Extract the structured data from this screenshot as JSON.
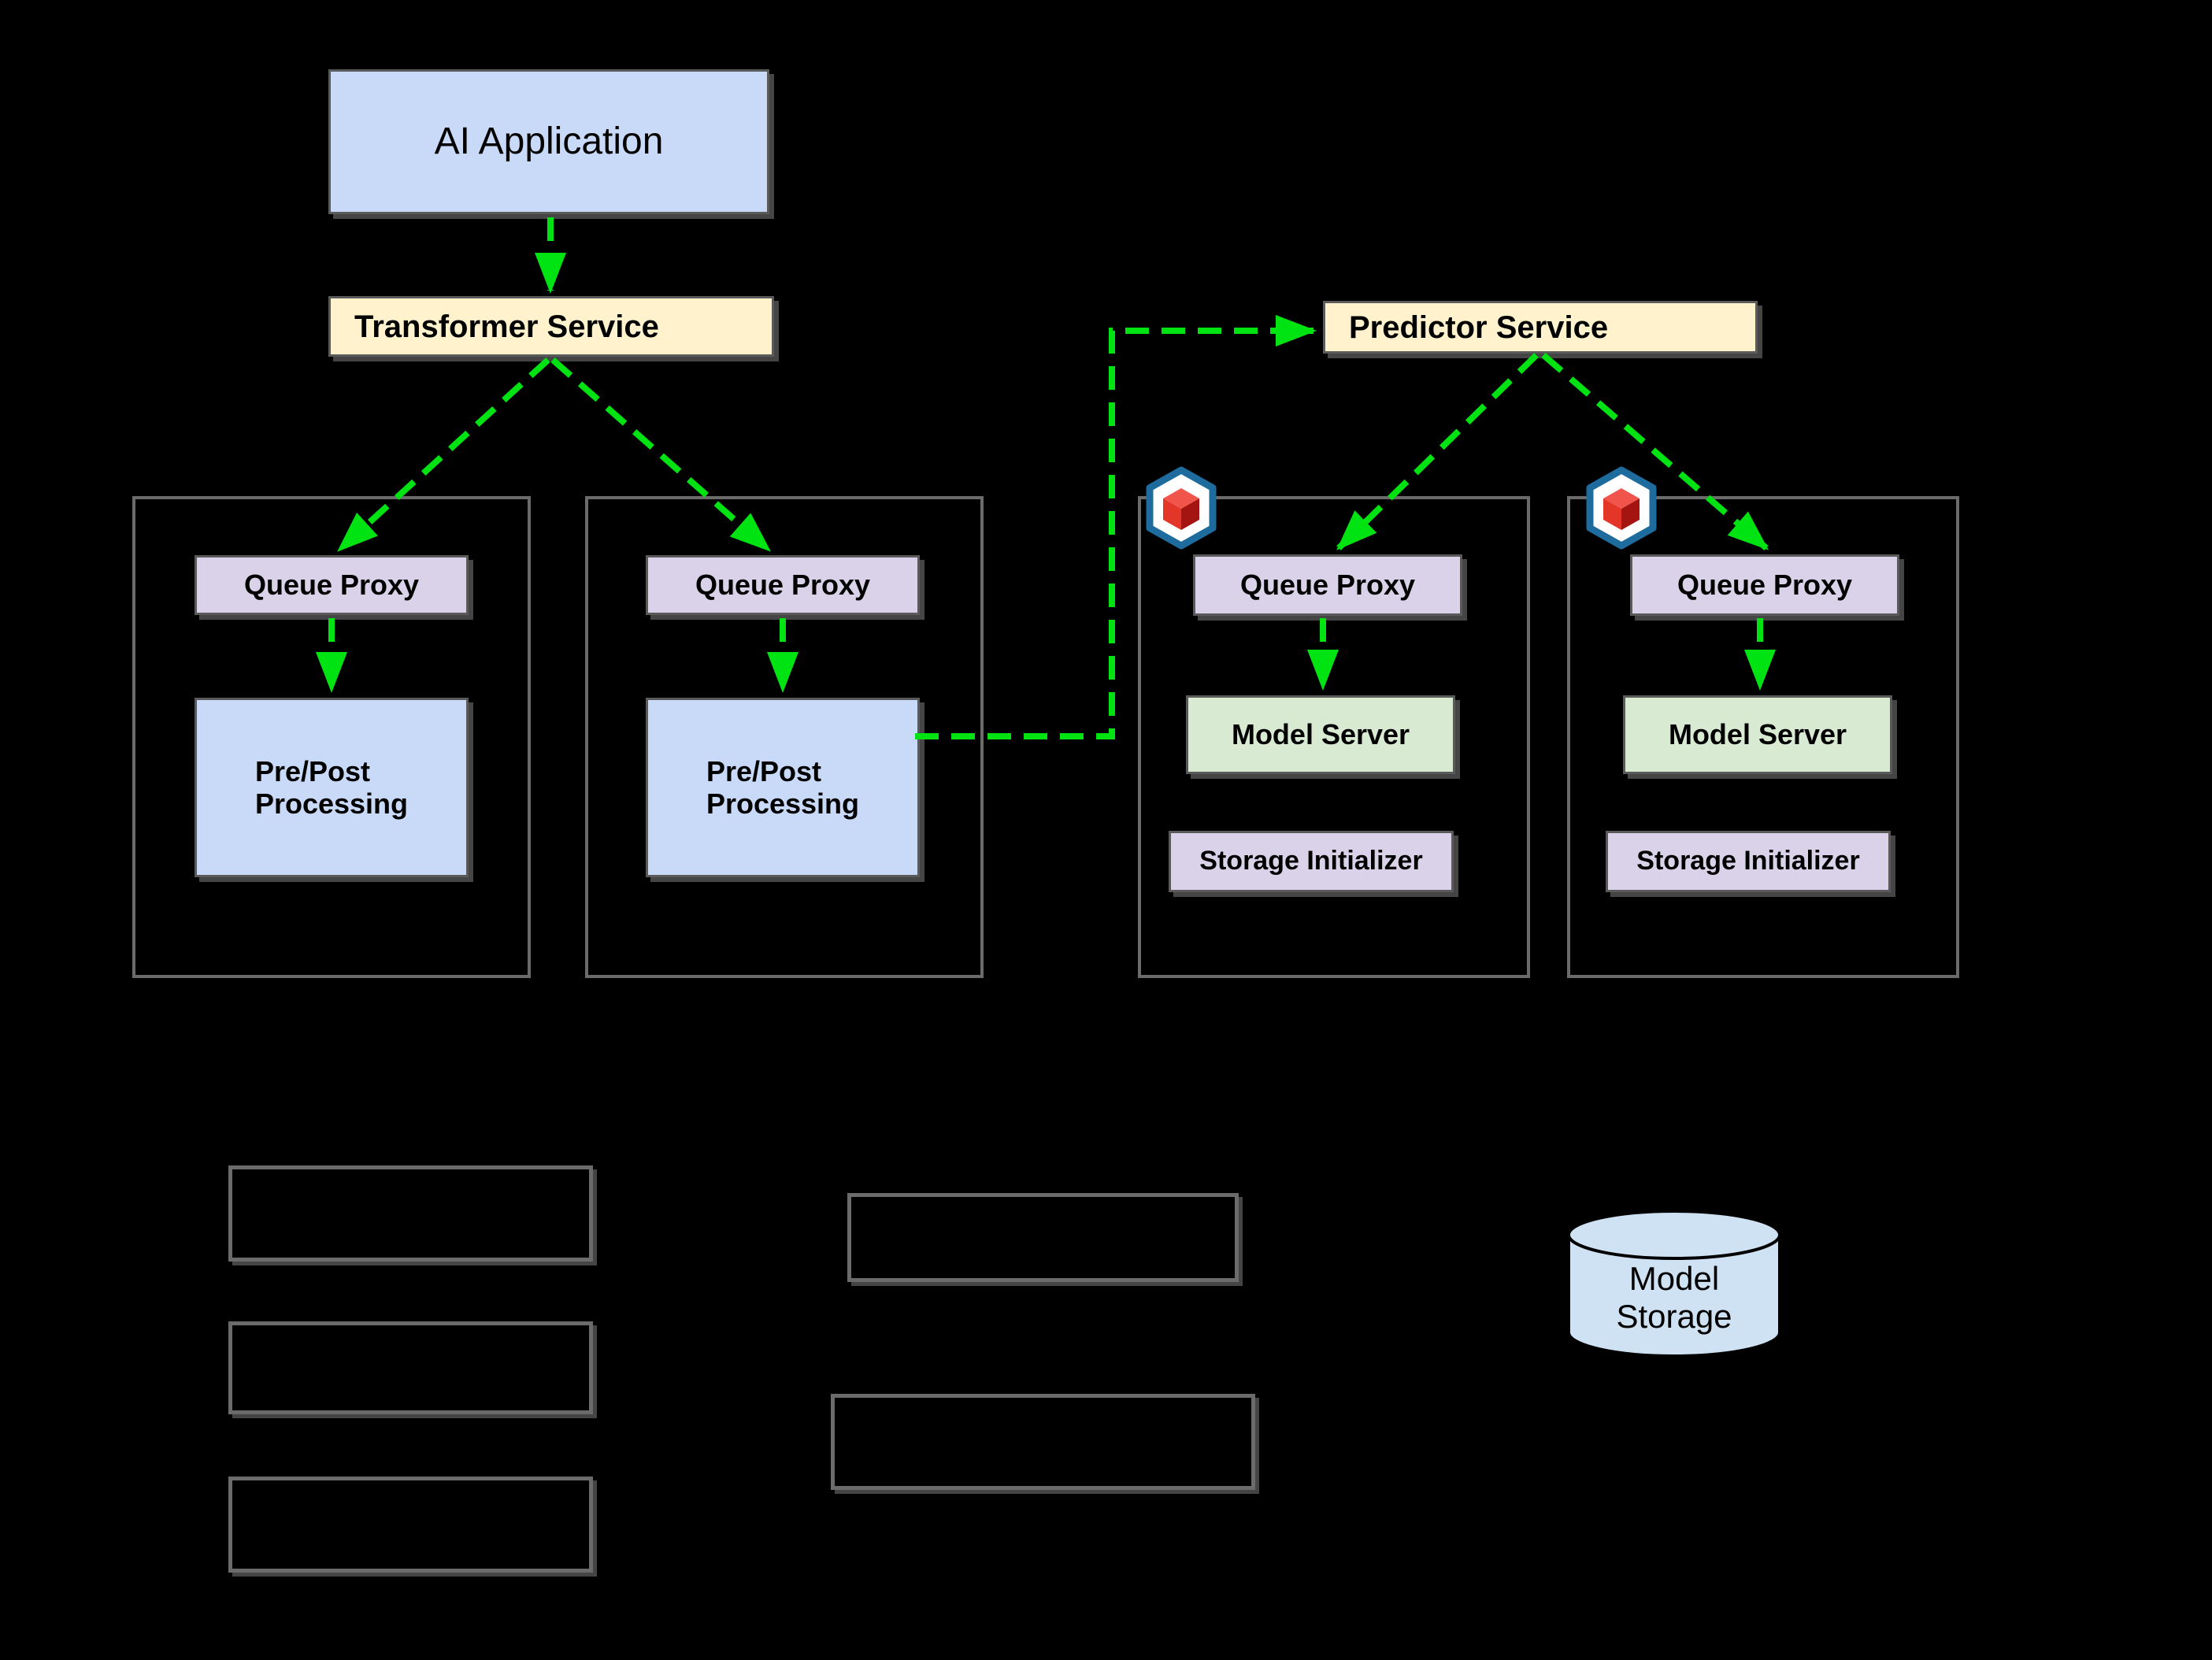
{
  "diagram_title": "KServe inference graph (transformer and predictor services with pods)",
  "colors": {
    "background": "#000000",
    "arrow_green": "#00e312",
    "box_blue": "#c9daf8",
    "box_yellow": "#fff2cc",
    "box_purple": "#d9d2e9",
    "box_green": "#d9ead3",
    "cylinder_blue": "#cfe2f3",
    "pod_border": "#6b6b6b",
    "node_border": "#5a5a5a",
    "shadow_gray": "#454545",
    "hexagon_blue": "#1e6b9e",
    "cube_red_top": "#f1544a",
    "cube_red_front": "#e43529",
    "cube_red_side": "#a41511",
    "text_black": "#000000"
  },
  "nodes": {
    "ai_application": "AI Application",
    "transformer_service": "Transformer Service",
    "predictor_service": "Predictor Service",
    "queue_proxy": "Queue Proxy",
    "pre_post_processing": {
      "line1": "Pre/Post",
      "line2": "Processing"
    },
    "model_server": "Model Server",
    "storage_initializer": "Storage Initializer",
    "model_storage": {
      "line1": "Model",
      "line2": "Storage"
    }
  },
  "icons": [
    "red-cube-hexagon-icon"
  ],
  "connections": [
    "AI Application -> Transformer Service",
    "Transformer Service -> Queue Proxy (transformer pod 1)",
    "Transformer Service -> Queue Proxy (transformer pod 2)",
    "Queue Proxy -> Pre/Post Processing (transformer pod 1)",
    "Queue Proxy -> Pre/Post Processing (transformer pod 2)",
    "Pre/Post Processing (transformer pod 2) -> Predictor Service",
    "Predictor Service -> Queue Proxy (predictor pod 1)",
    "Predictor Service -> Queue Proxy (predictor pod 2)",
    "Queue Proxy -> Model Server (predictor pod 1)",
    "Queue Proxy -> Model Server (predictor pod 2)"
  ]
}
